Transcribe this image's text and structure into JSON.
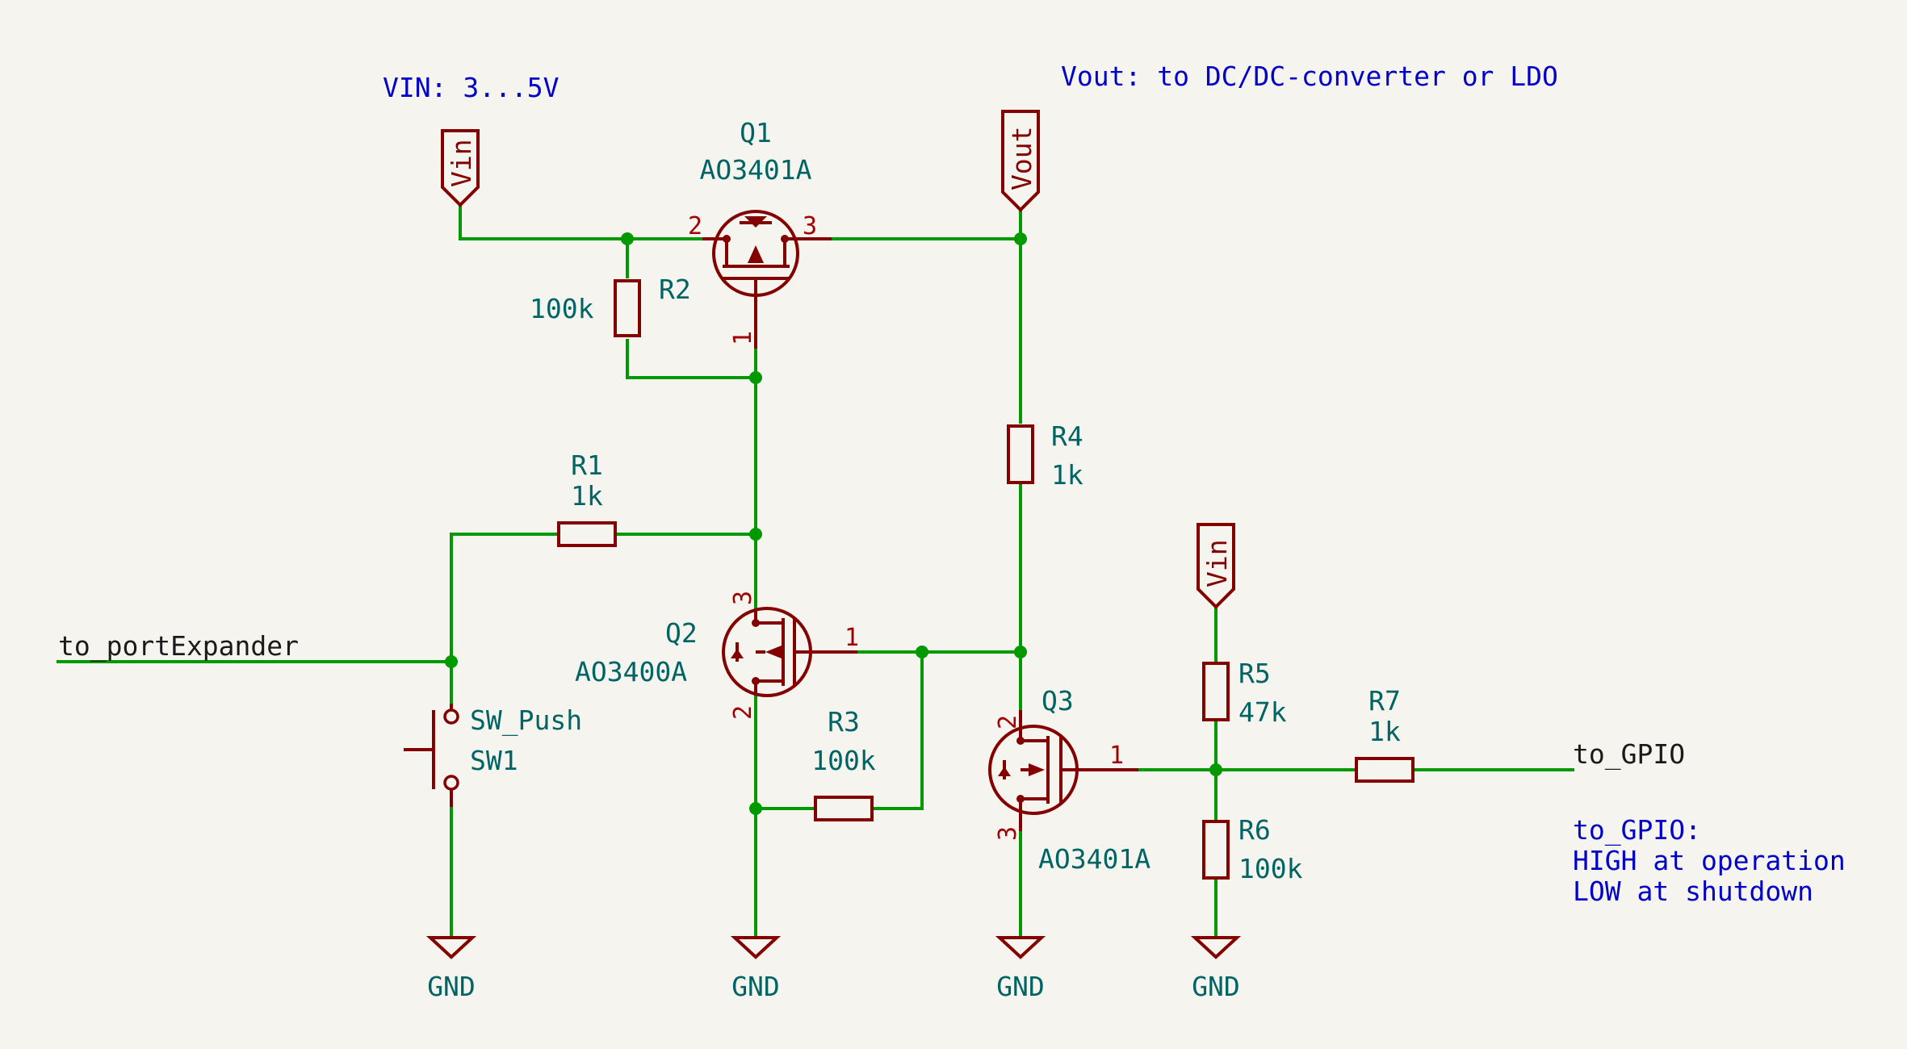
{
  "notes": {
    "vin": "VIN: 3...5V",
    "vout": "Vout: to DC/DC-converter or LDO",
    "gpio_title": "to_GPIO:",
    "gpio_line1": "HIGH at operation",
    "gpio_line2": "LOW at shutdown"
  },
  "power_ports": {
    "vin_top": "Vin",
    "vout": "Vout",
    "vin_right": "Vin",
    "gnd1": "GND",
    "gnd2": "GND",
    "gnd3": "GND",
    "gnd4": "GND"
  },
  "components": {
    "q1": {
      "ref": "Q1",
      "value": "AO3401A",
      "pins": [
        "2",
        "3",
        "1"
      ]
    },
    "q2": {
      "ref": "Q2",
      "value": "AO3400A",
      "pins": [
        "3",
        "1",
        "2"
      ]
    },
    "q3": {
      "ref": "Q3",
      "value": "AO3401A",
      "pins": [
        "2",
        "1",
        "3"
      ]
    },
    "r1": {
      "ref": "R1",
      "value": "1k"
    },
    "r2": {
      "ref": "R2",
      "value": "100k"
    },
    "r3": {
      "ref": "R3",
      "value": "100k"
    },
    "r4": {
      "ref": "R4",
      "value": "1k"
    },
    "r5": {
      "ref": "R5",
      "value": "47k"
    },
    "r6": {
      "ref": "R6",
      "value": "100k"
    },
    "r7": {
      "ref": "R7",
      "value": "1k"
    },
    "sw1": {
      "ref": "SW1",
      "value": "SW_Push"
    }
  },
  "net_labels": {
    "port_expander": "to_portExpander",
    "gpio": "to_GPIO"
  },
  "colors": {
    "wire": "#009900",
    "symbol": "#840000",
    "reference": "#006464",
    "note": "#0000c8",
    "background": "#f5f4ef"
  }
}
